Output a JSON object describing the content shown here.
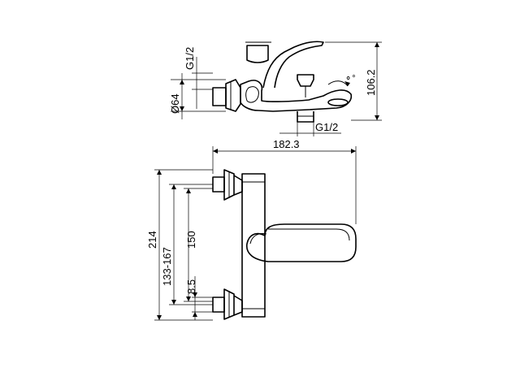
{
  "dimensions": {
    "inlet_thread_top": "G1/2",
    "escutcheon_diameter": "Ø64",
    "side_height": "106.2",
    "outlet_thread": "G1/2",
    "overall_width": "182.3",
    "overall_height": "214",
    "center_distance_range": "133-167",
    "nominal_center_distance": "150",
    "small_offset": "8.5"
  },
  "symbols": {
    "aerator": "⚬°"
  }
}
